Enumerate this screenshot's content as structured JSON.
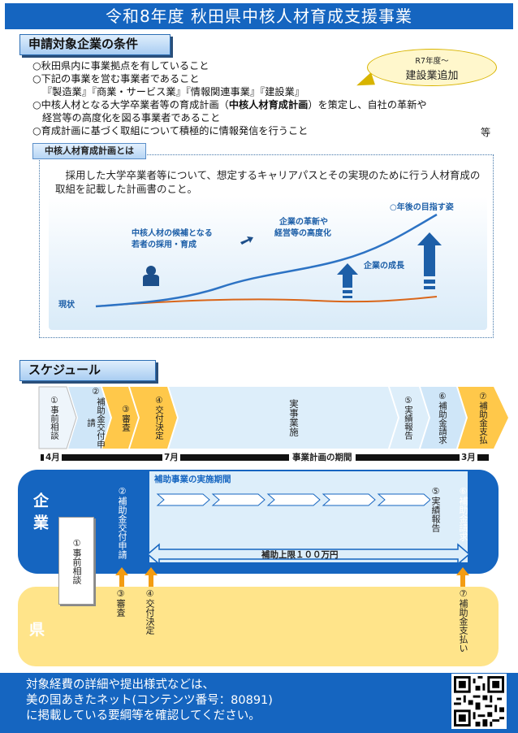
{
  "title": "令和8年度 秋田県中核人材育成支援事業",
  "conditions": {
    "heading": "申請対象企業の条件",
    "items": [
      "○秋田県内に事業拠点を有していること",
      "○下記の事業を営む事業者であること",
      "『製造業』『商業・サービス業』『情報関連事業』『建設業』",
      "○中核人材となる大学卒業者等の育成計画（",
      "中核人材育成計画",
      "）を策定し、自社の革新や",
      "経営等の高度化を図る事業者であること",
      "○育成計画に基づく取組について積極的に情報発信を行うこと"
    ],
    "etc": "等"
  },
  "bubble": {
    "line1": "R7年度～",
    "line2": "建設業追加"
  },
  "plan": {
    "tag": "中核人材育成計画とは",
    "description": "採用した大学卒業者等について、想定するキャリアパスとその実現のために行う人材育成の取組を記載した計画書のこと。",
    "labels": {
      "candidate": "中核人材の候補となる",
      "candidate2": "若者の採用・育成",
      "innovation": "企業の革新や",
      "innovation2": "経営等の高度化",
      "growth": "企業の成長",
      "goal": "○年後の目指す姿",
      "now": "現状"
    }
  },
  "schedule": {
    "heading": "スケジュール",
    "steps": [
      {
        "no": "①",
        "label": "事前相談"
      },
      {
        "no": "②",
        "label": "補助金交付申請"
      },
      {
        "no": "③",
        "label": "審査"
      },
      {
        "no": "④",
        "label": "交付決定"
      },
      {
        "no": "",
        "label": "実事業施"
      },
      {
        "no": "⑤",
        "label": "実績報告"
      },
      {
        "no": "⑥",
        "label": "補助金請求"
      },
      {
        "no": "⑦",
        "label": "補助金支払"
      }
    ],
    "months": {
      "start": "4月",
      "mid": "7月",
      "period": "事業計画の期間",
      "end": "3月"
    }
  },
  "flow": {
    "company_label": "企業",
    "pref_label": "県",
    "impl_title": "補助事業の実施期間",
    "cap": "補助上限１００万円",
    "consult": "①事前相談",
    "apply": "②補助金交付申請",
    "report": "⑤実績報告",
    "claim": "⑥補助金請求",
    "review": "③審査",
    "decision": "④交付決定",
    "payment": "⑦補助金支払い"
  },
  "footer": {
    "line1": "対象経費の詳細や提出様式などは、",
    "line2": "美の国あきたネット(コンテンツ番号：80891)",
    "line3": "に掲載している要綱等を確認してください。"
  },
  "colors": {
    "blue": "#1565c0",
    "yellow": "#ffe48a",
    "orange": "#f39c12",
    "lightblue": "#ddeefa"
  }
}
